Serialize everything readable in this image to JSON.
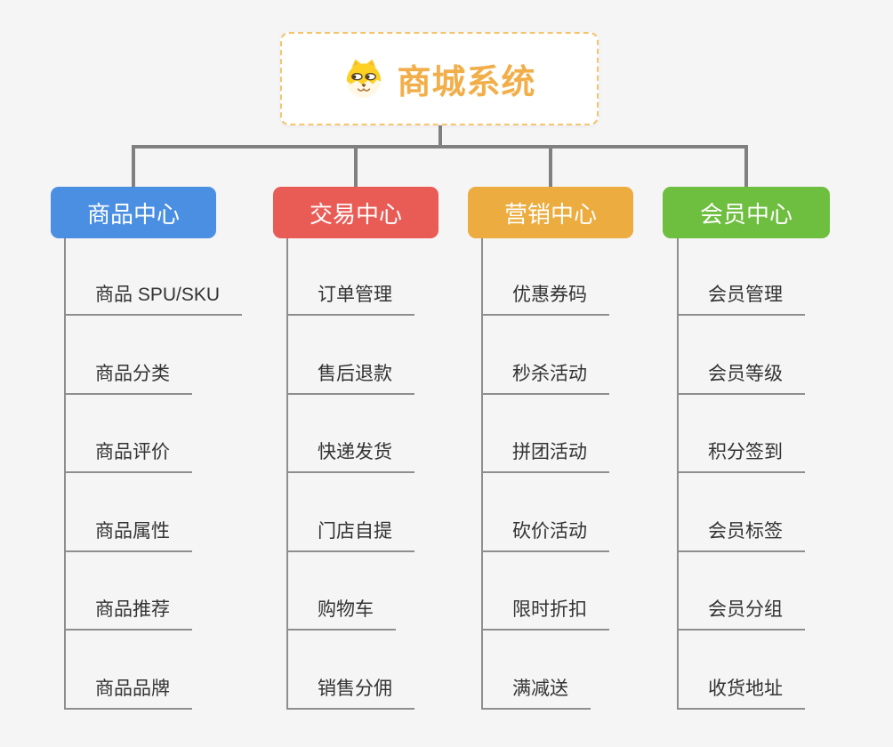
{
  "page": {
    "background": "#f5f5f6",
    "connector_color": "#808080"
  },
  "root": {
    "title": "商城系统",
    "icon": "doge-icon",
    "title_color": "#f1ae49",
    "border_color": "#f4c46e"
  },
  "branches": [
    {
      "label": "商品中心",
      "color": "#4b8fe2",
      "children": [
        "商品 SPU/SKU",
        "商品分类",
        "商品评价",
        "商品属性",
        "商品推荐",
        "商品品牌"
      ]
    },
    {
      "label": "交易中心",
      "color": "#e95c56",
      "children": [
        "订单管理",
        "售后退款",
        "快递发货",
        "门店自提",
        "购物车",
        "销售分佣"
      ]
    },
    {
      "label": "营销中心",
      "color": "#ecac3f",
      "children": [
        "优惠券码",
        "秒杀活动",
        "拼团活动",
        "砍价活动",
        "限时折扣",
        "满减送"
      ]
    },
    {
      "label": "会员中心",
      "color": "#6ebe40",
      "children": [
        "会员管理",
        "会员等级",
        "积分签到",
        "会员标签",
        "会员分组",
        "收货地址"
      ]
    }
  ]
}
